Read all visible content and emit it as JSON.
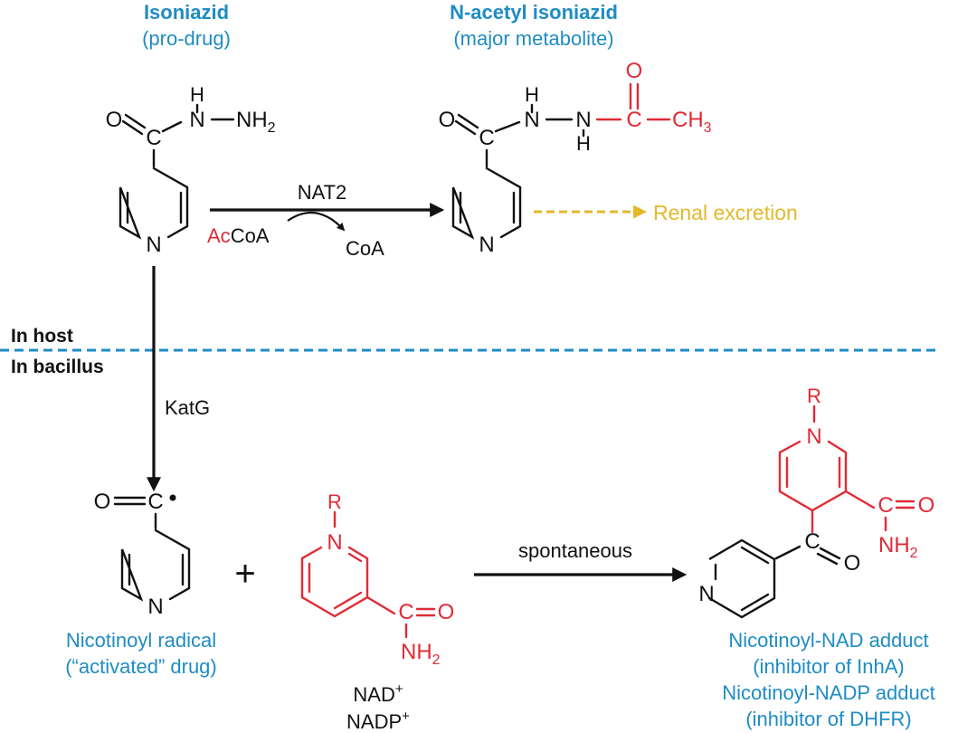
{
  "colors": {
    "blue": "#1f8cc3",
    "red": "#e02b35",
    "black": "#111111",
    "gold": "#e3b92b",
    "divider": "#1f8cc3"
  },
  "isoniazid": {
    "title": "Isoniazid",
    "subtitle": "(pro-drug)"
  },
  "acetyl": {
    "title": "N-acetyl isoniazid",
    "subtitle": "(major metabolite)"
  },
  "atoms": {
    "O": "O",
    "C": "C",
    "N": "N",
    "H": "H",
    "NH": "NH",
    "R": "R",
    "nh2_base": "NH",
    "nh2_sub": "2",
    "ch3_base": "CH",
    "ch3_sub": "3"
  },
  "nat2": {
    "enzyme": "NAT2",
    "ac": "Ac",
    "coa_in": "CoA",
    "coa_out": "CoA"
  },
  "renal": "Renal excretion",
  "compartments": {
    "host": "In host",
    "bacillus": "In bacillus"
  },
  "katg": "KatG",
  "plus": "+",
  "spontaneous": "spontaneous",
  "radical": {
    "line1": "Nicotinoyl radical",
    "line2": "(“activated” drug)"
  },
  "nad": {
    "nad_base": "NAD",
    "nadp_base": "NADP",
    "charge": "+"
  },
  "adduct": {
    "line1": "Nicotinoyl-NAD adduct",
    "line2": "(inhibitor of InhA)",
    "line3": "Nicotinoyl-NADP adduct",
    "line4": "(inhibitor of DHFR)"
  }
}
